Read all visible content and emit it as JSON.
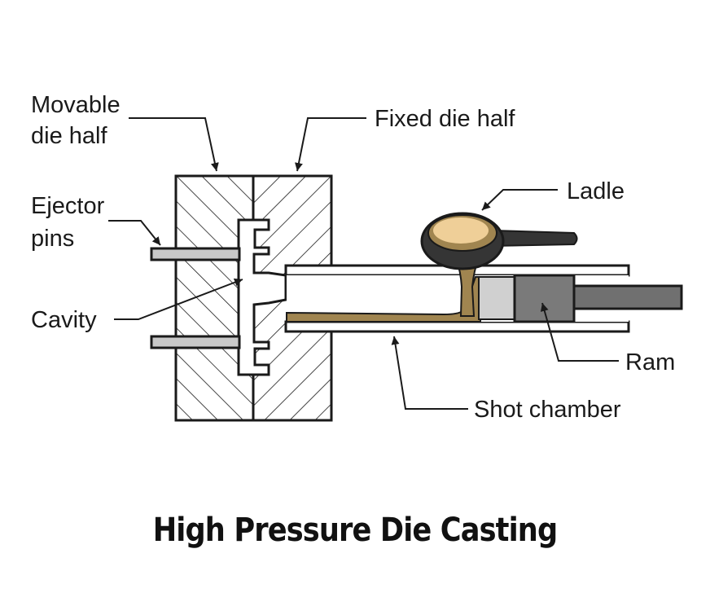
{
  "labels": {
    "movable_line1": "Movable",
    "movable_line2": "die half",
    "fixed": "Fixed die half",
    "ejector_line1": "Ejector",
    "ejector_line2": "pins",
    "cavity": "Cavity",
    "ladle": "Ladle",
    "ram": "Ram",
    "shot_chamber": "Shot chamber"
  },
  "title": "High Pressure Die Casting",
  "colors": {
    "outline": "#1a1a1a",
    "molten_metal": "#a08550",
    "metal_highlight": "#efcf98",
    "ram": "#7a7a7a",
    "ram_rod": "#707070",
    "metal_front": "#d0d0d0",
    "ladle_body": "#353535"
  }
}
